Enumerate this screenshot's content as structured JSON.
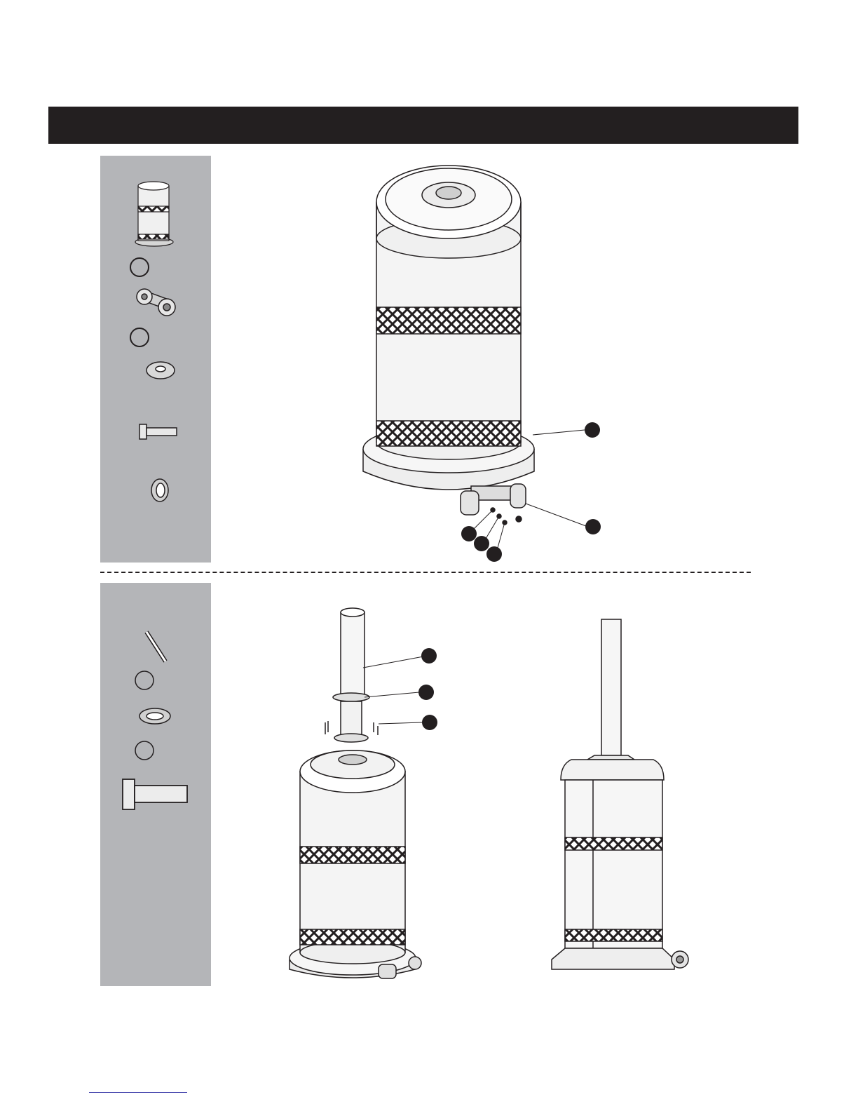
{
  "header": {
    "title": ""
  },
  "steps": [
    {
      "parts": [
        "base-cylinder",
        "caster-wheel-assembly",
        "flat-washer",
        "bolt",
        "lock-washer"
      ],
      "callouts": 5
    },
    {
      "parts": [
        "pin",
        "ring-washer",
        "hex-bolt"
      ],
      "callouts": 3
    }
  ],
  "colors": {
    "header": "#231f20",
    "panel": "#b4b5b8",
    "ink": "#231f20"
  }
}
